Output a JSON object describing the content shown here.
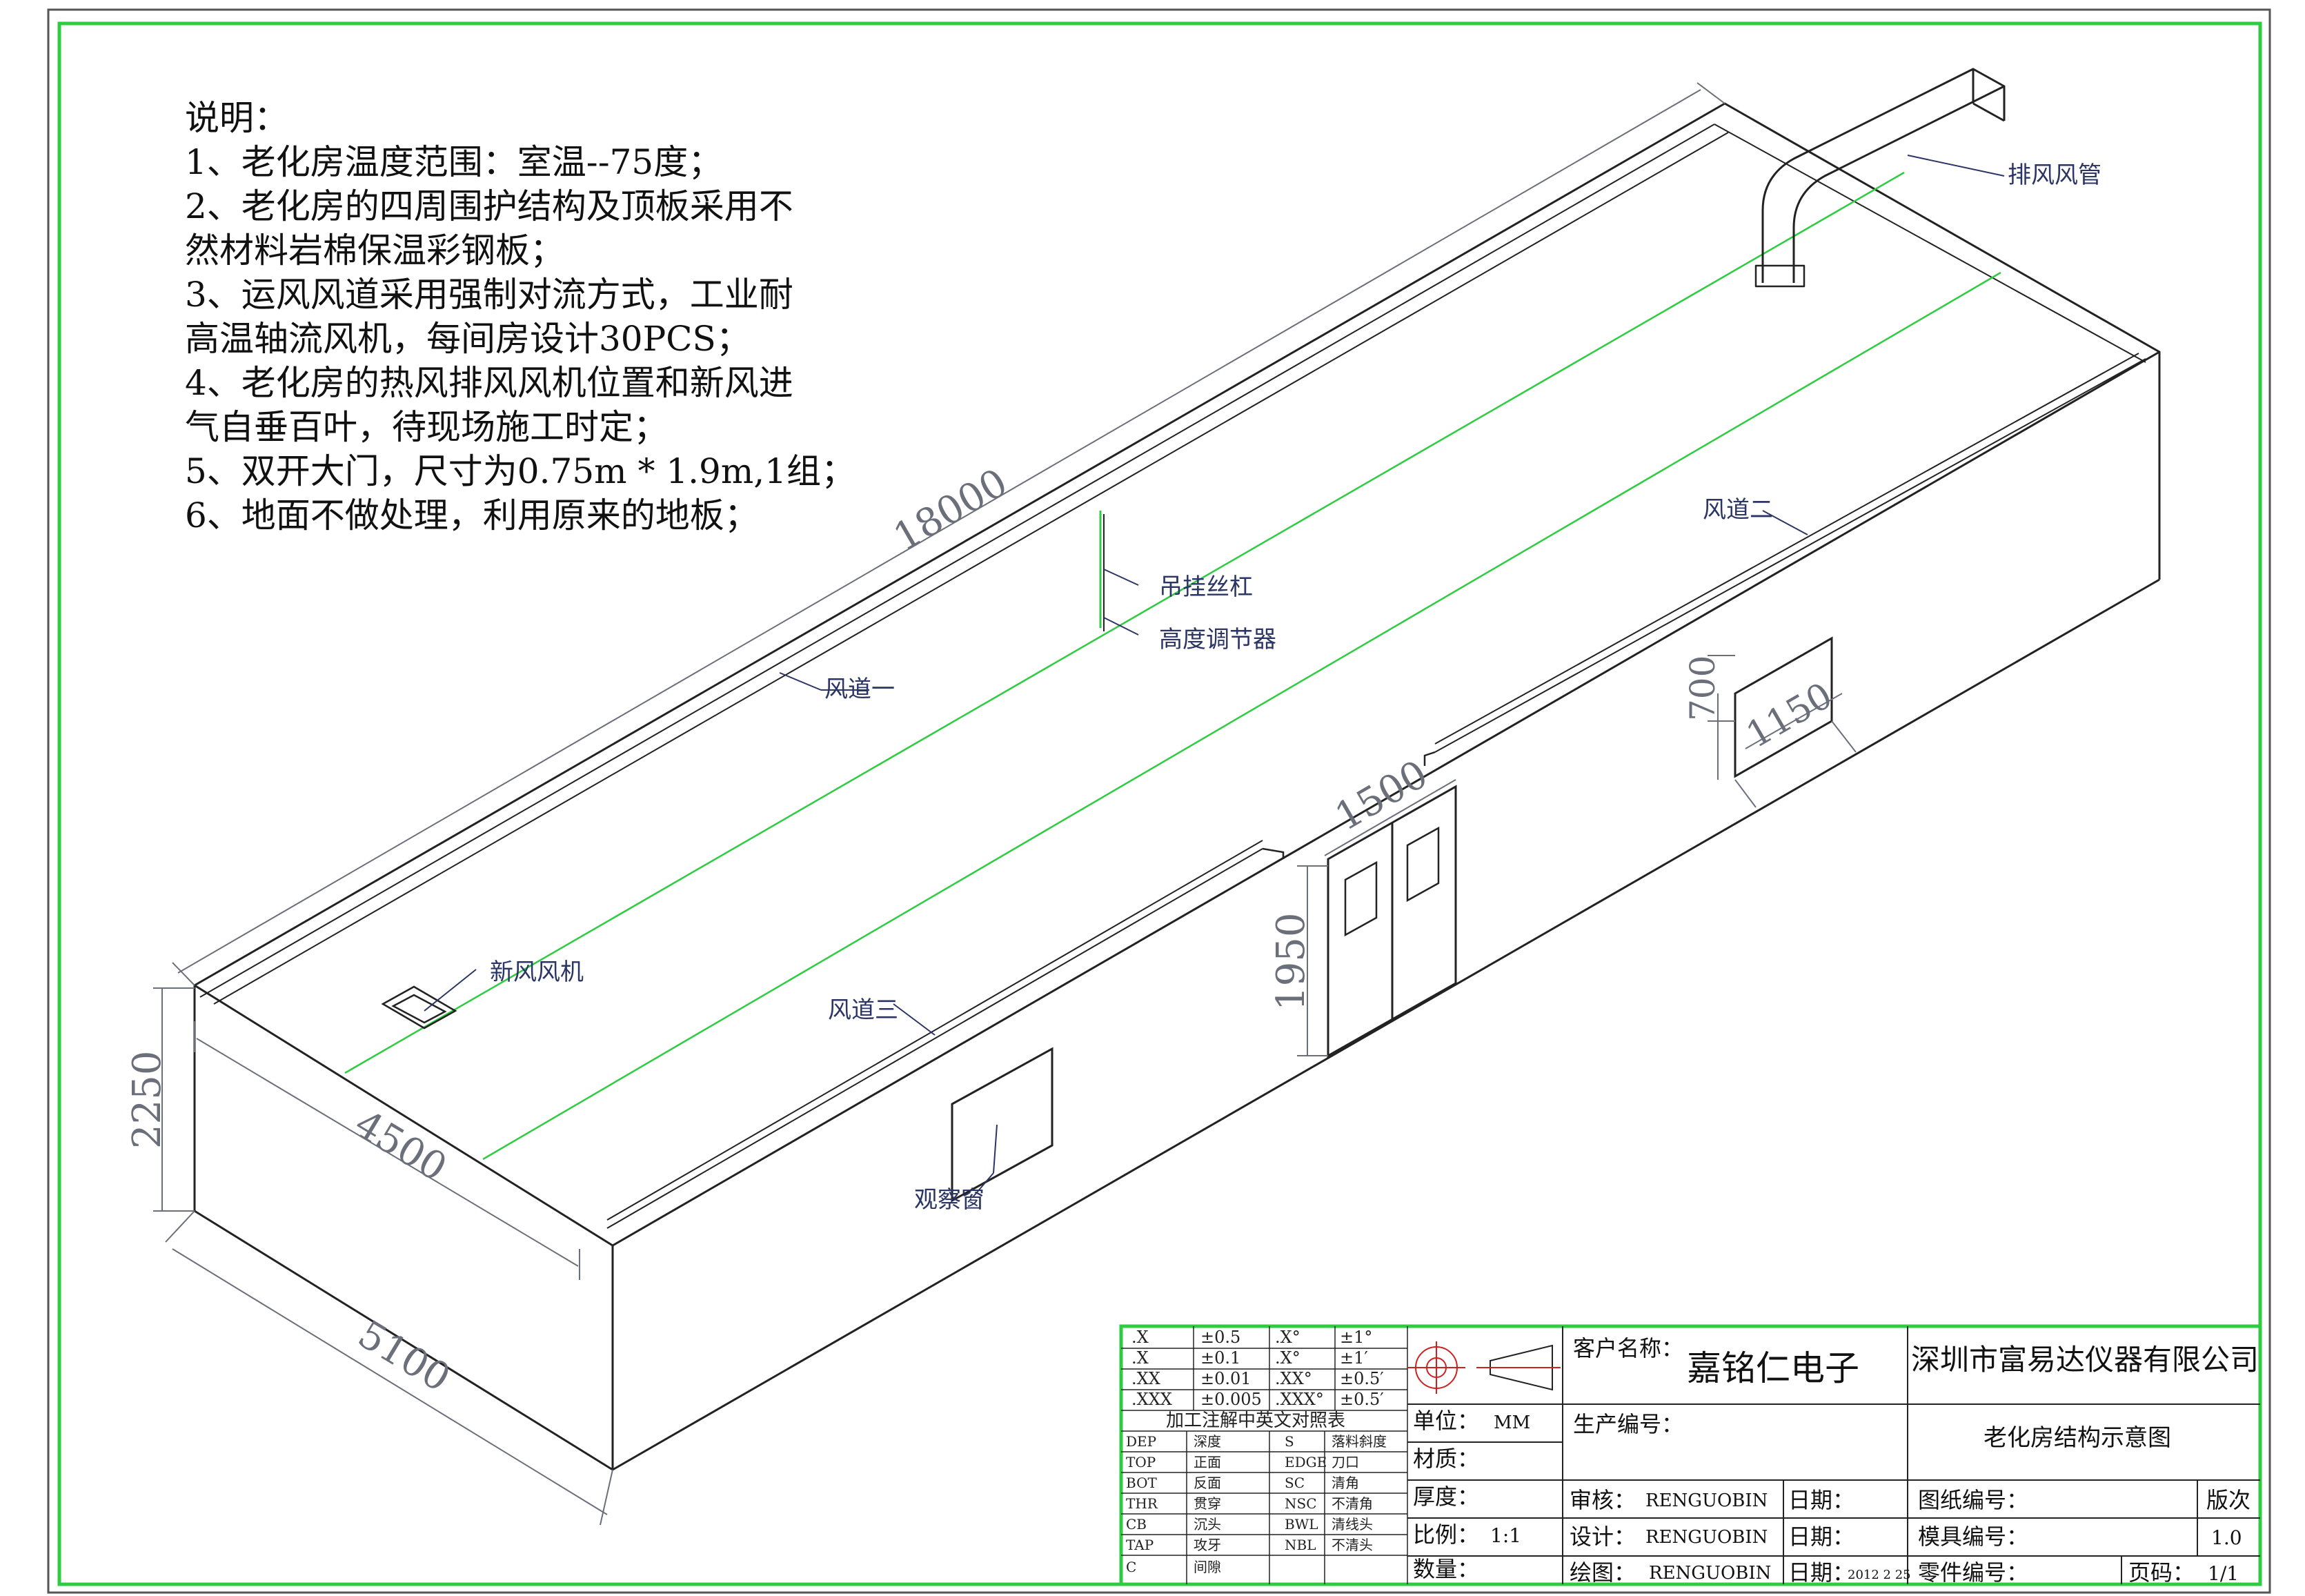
{
  "notes": {
    "heading": "说明：",
    "items": [
      "1、老化房温度范围：室温--75度；",
      "2、老化房的四周围护结构及顶板采用不",
      "然材料岩棉保温彩钢板；",
      "3、运风风道采用强制对流方式，工业耐",
      "高温轴流风机，每间房设计30PCS；",
      "4、老化房的热风排风风机位置和新风进",
      "气自垂百叶，待现场施工时定；",
      "5、双开大门，尺寸为0.75m * 1.9m,1组；",
      "6、地面不做处理，利用原来的地板；"
    ]
  },
  "dimensions": {
    "length": "18000",
    "depth_top": "4500",
    "depth_bottom": "5100",
    "height": "2250",
    "door_width": "1500",
    "door_height": "1950",
    "window_width": "1150",
    "window_height": "700"
  },
  "labels": {
    "exhaust_duct": "排风风管",
    "duct_1": "风道一",
    "duct_2": "风道二",
    "duct_3": "风道三",
    "hanger_rod": "吊挂丝杠",
    "height_adjuster": "高度调节器",
    "fresh_air_fan": "新风风机",
    "observation_window": "观察窗"
  },
  "title_block": {
    "tolerances": [
      [
        ".X",
        "±0.5",
        ".X°",
        "±1°"
      ],
      [
        ".X",
        "±0.1",
        ".X°",
        "±1′"
      ],
      [
        ".XX",
        "±0.01",
        ".XX°",
        "±0.5′"
      ],
      [
        ".XXX",
        "±0.005",
        ".XXX°",
        "±0.5′"
      ]
    ],
    "glossary_title": "加工注解中英文对照表",
    "glossary": [
      [
        "DEP",
        "深度",
        "S",
        "落料斜度"
      ],
      [
        "TOP",
        "正面",
        "EDGE",
        "刀口"
      ],
      [
        "BOT",
        "反面",
        "SC",
        "清角"
      ],
      [
        "THR",
        "贯穿",
        "NSC",
        "不清角"
      ],
      [
        "CB",
        "沉头",
        "BWL",
        "清线头"
      ],
      [
        "TAP",
        "攻牙",
        "NBL",
        "不清头"
      ],
      [
        "C",
        "间隙",
        "",
        ""
      ]
    ],
    "unit_label": "单位：",
    "unit_value": "MM",
    "material_label": "材质：",
    "thickness_label": "厚度：",
    "scale_label": "比例：",
    "scale_value": "1:1",
    "quantity_label": "数量：",
    "customer_label": "客户名称：",
    "customer_name": "嘉铭仁电子",
    "company": "深圳市富易达仪器有限公司",
    "production_no_label": "生产编号：",
    "drawing_title": "老化房结构示意图",
    "review_label": "审核：",
    "review_name": "RENGUOBIN",
    "design_label": "设计：",
    "design_name": "RENGUOBIN",
    "draw_label": "绘图：",
    "draw_name": "RENGUOBIN",
    "date_label": "日期：",
    "date_value": "2012 2 25",
    "drawing_no_label": "图纸编号：",
    "mold_no_label": "模具编号：",
    "part_no_label": "零件编号：",
    "revision_label": "版次",
    "revision_value": "1.0",
    "page_label": "页码：",
    "page_value": "1/1"
  },
  "colors": {
    "frame": "#2ecc40",
    "outline": "#222222",
    "airflow": "#2ecc40",
    "dimension": "#6b6f7a",
    "leader": "#2b3566"
  }
}
